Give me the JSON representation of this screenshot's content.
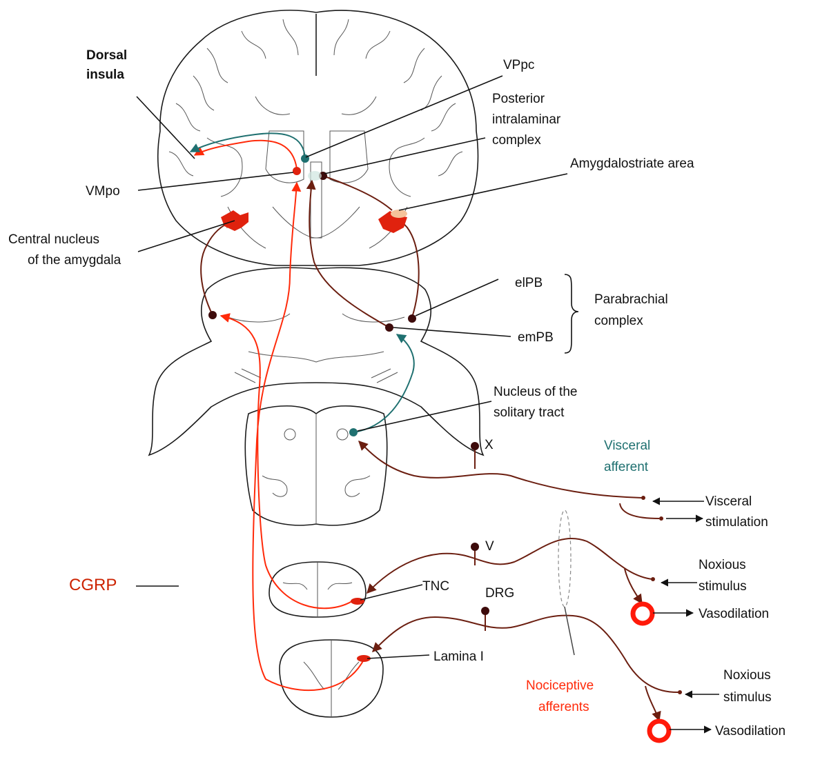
{
  "colors": {
    "cgrp": "#e0220e",
    "visceral": "#1f7070",
    "nociceptive": "#ff2a0a",
    "pathway": "#6b1e10",
    "dark_dot": "#3d0b0b",
    "text": "#111111"
  },
  "labels": {
    "dorsal_insula": [
      "Dorsal",
      "insula"
    ],
    "vppc": "VPpc",
    "posterior_intralaminar": [
      "Posterior",
      "intralaminar",
      "complex"
    ],
    "amygdalostriate": "Amygdalostriate area",
    "vmpo": "VMpo",
    "central_nucleus": [
      "Central nucleus",
      "of the amygdala"
    ],
    "elpb": "elPB",
    "empb": "emPB",
    "parabrachial": [
      "Parabrachial",
      "complex"
    ],
    "nts": [
      "Nucleus of the",
      "solitary tract"
    ],
    "x_nerve": "X",
    "visceral_afferent": [
      "Visceral",
      "afferent"
    ],
    "visceral_stimulation": [
      "Visceral",
      "stimulation"
    ],
    "v_nerve": "V",
    "tnc": "TNC",
    "drg": "DRG",
    "noxious_1": [
      "Noxious",
      "stimulus"
    ],
    "vasodilation_1": "Vasodilation",
    "cgrp": "CGRP",
    "lamina_i": "Lamina I",
    "nociceptive_afferents": [
      "Nociceptive",
      "afferents"
    ],
    "noxious_2": [
      "Noxious",
      "stimulus"
    ],
    "vasodilation_2": "Vasodilation"
  }
}
